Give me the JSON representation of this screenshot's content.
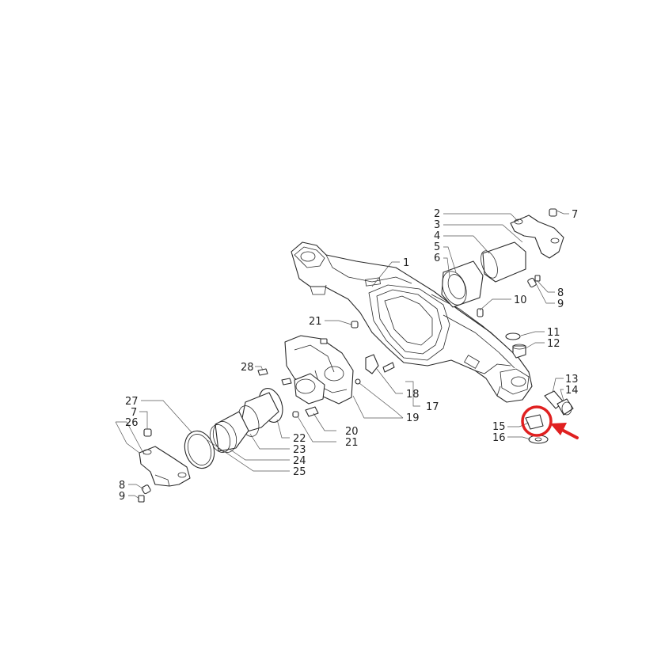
{
  "labels": {
    "l1": "1",
    "l2": "2",
    "l3": "3",
    "l4": "4",
    "l5": "5",
    "l6": "6",
    "l7a": "7",
    "l8a": "8",
    "l9a": "9",
    "l10": "10",
    "l11": "11",
    "l12": "12",
    "l13": "13",
    "l14": "14",
    "l15": "15",
    "l16": "16",
    "l17": "17",
    "l18": "18",
    "l19": "19",
    "l20": "20",
    "l21a": "21",
    "l21b": "21",
    "l22": "22",
    "l23": "23",
    "l24": "24",
    "l25": "25",
    "l26": "26",
    "l27": "27",
    "l7b": "7",
    "l8b": "8",
    "l9b": "9",
    "l28": "28"
  },
  "colors": {
    "line": "#2a2a2a",
    "highlight": "#e02020",
    "background": "#ffffff"
  },
  "highlight": {
    "part": "15",
    "marker": "red-circle-and-arrow"
  }
}
